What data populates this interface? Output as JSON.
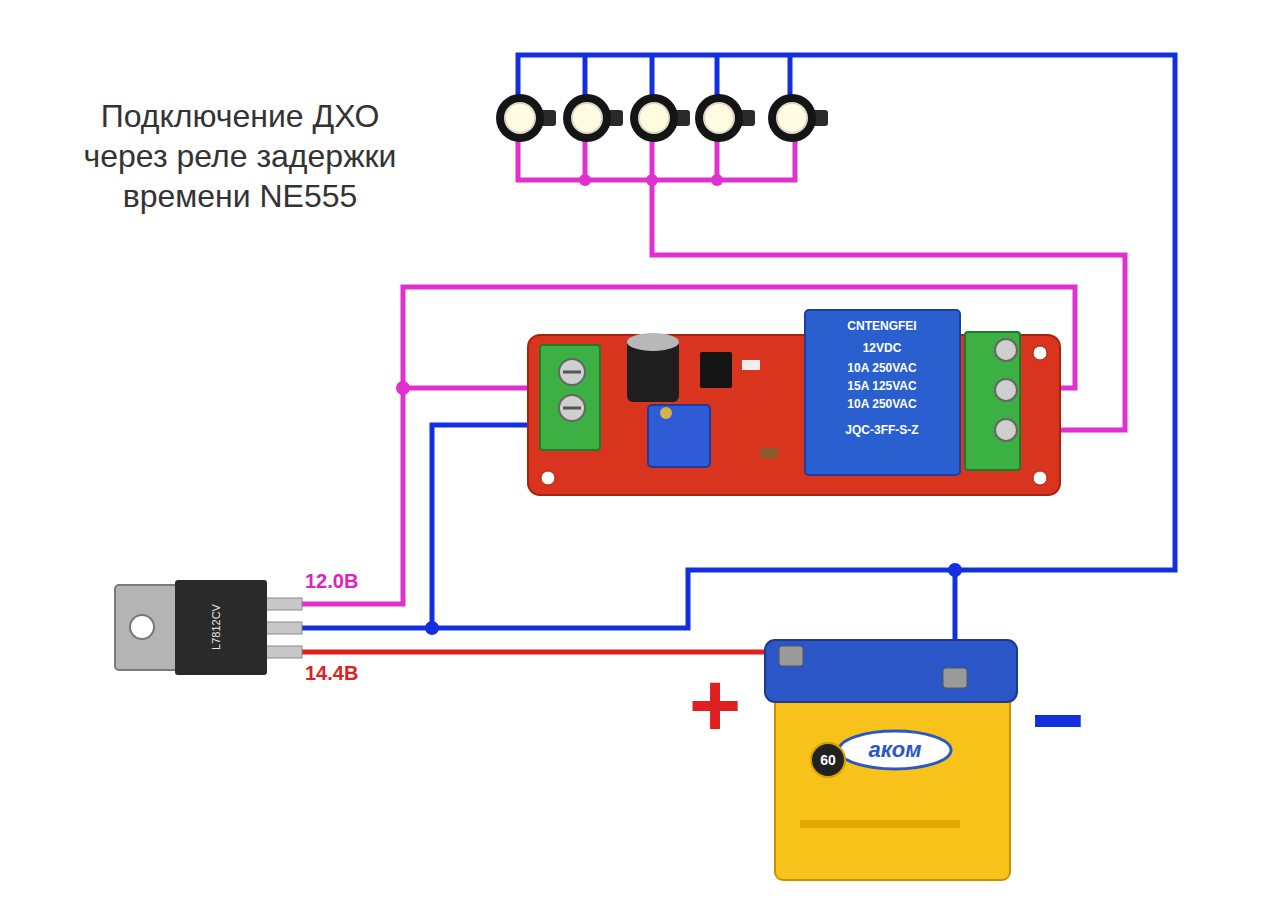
{
  "diagram": {
    "title": "Подключение ДХО через реле задержки времени NE555",
    "labels": [
      "12.0В",
      "14.4В",
      "+",
      "-",
      "CNTENGFEI",
      "12VDC",
      "10A 250VAC",
      "15A 125VAC",
      "10A 250VAC",
      "JQC-3FF-S-Z",
      "L7812CV",
      "60",
      "аком"
    ]
  }
}
